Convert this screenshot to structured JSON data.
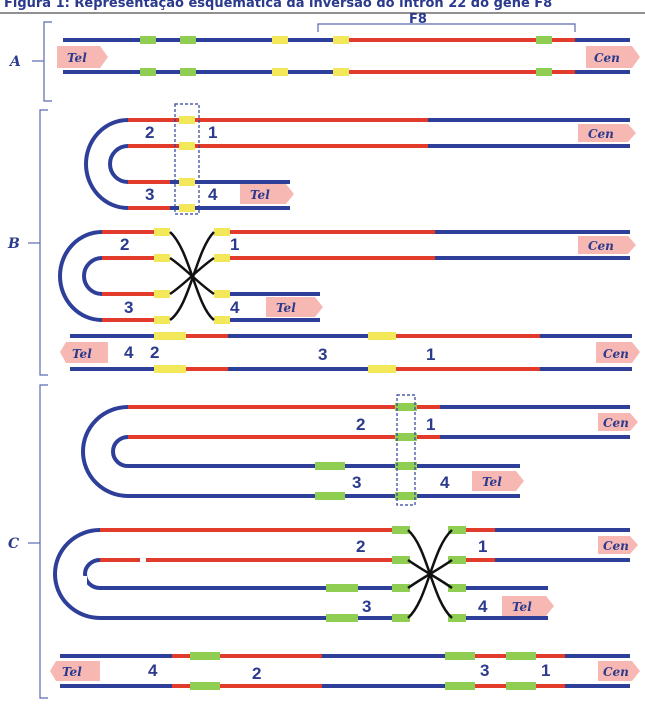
{
  "header": {
    "caption": "Figura 1: Representação esquemática da inversão do intron 22 do gene F8"
  },
  "panels": {
    "a": "A",
    "b": "B",
    "c": "C"
  },
  "region_label": "F8",
  "telomere_label": "Tel",
  "centromere_label": "Cen",
  "numbers": {
    "one": "1",
    "two": "2",
    "three": "3",
    "four": "4"
  },
  "colors": {
    "chromosome": "#2e3f9a",
    "gene": "#e23b2b",
    "repeat_a": "#f2e85a",
    "repeat_b": "#8fce52",
    "cap": "#f7b8b4"
  }
}
